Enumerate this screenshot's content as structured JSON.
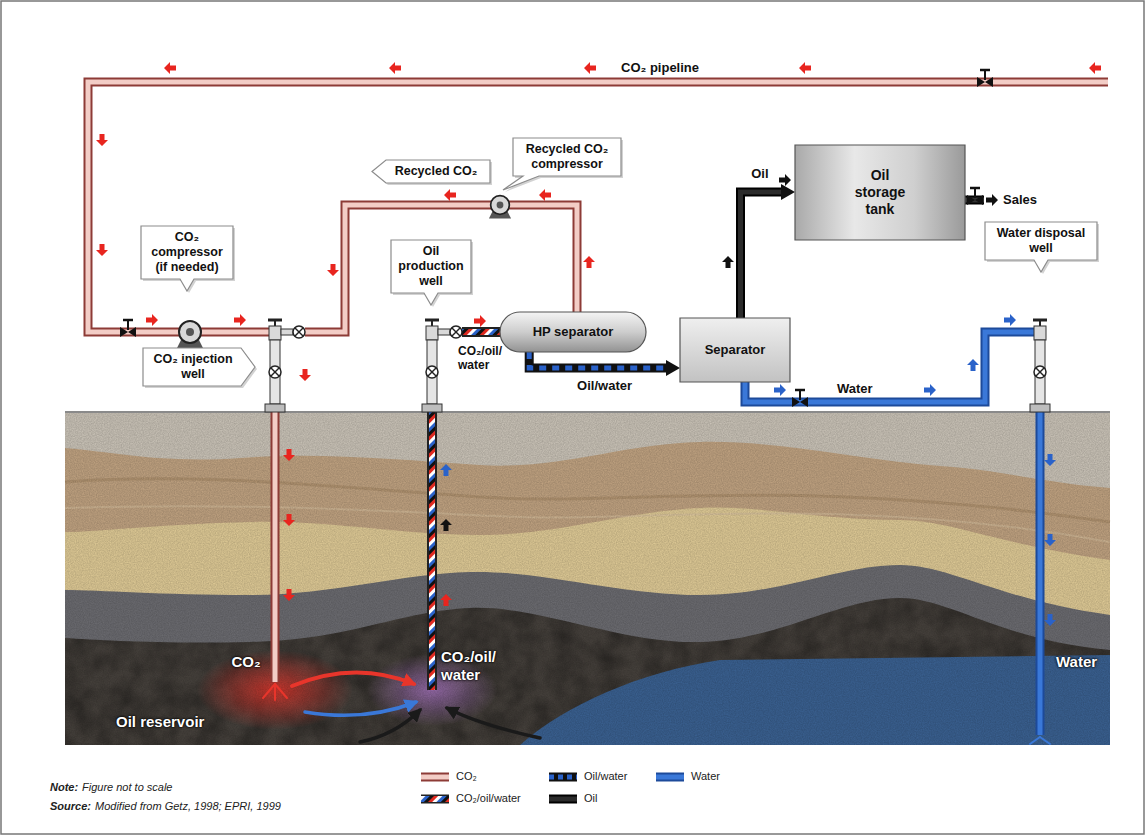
{
  "diagram": {
    "nodes": [
      {
        "text": [
          "Recycled CO₂"
        ]
      },
      {
        "text": [
          "Recycled CO₂ compressor"
        ]
      },
      {
        "text": [
          "Oil storage tank"
        ]
      },
      {
        "text": [
          "CO₂ compressor (if needed)"
        ]
      },
      {
        "text": [
          "Oil production well"
        ]
      },
      {
        "text": [
          "Water disposal well"
        ]
      },
      {
        "text": [
          "HP separator"
        ]
      },
      {
        "text": [
          "Separator"
        ]
      },
      {
        "text": [
          "CO₂ injection well"
        ]
      }
    ],
    "edges": [
      {
        "from": 6,
        "to": 7,
        "label": "Oil/water",
        "arrow": "to"
      },
      {
        "from": 7,
        "to": 2,
        "label": "Oil",
        "arrow": "to"
      }
    ],
    "labels": [
      "CO₂ pipeline",
      "Sales",
      "CO₂/oil/ water",
      "Water",
      "CO₂",
      "CO₂/oil/ water",
      "Oil reservoir",
      "Water",
      "Note:",
      "Figure not to scale",
      "Source:",
      "Modified from Getz, 1998; EPRI, 1999"
    ],
    "legend": [
      {
        "text": "CO₂"
      },
      {
        "text": "Oil/water"
      },
      {
        "text": "Water"
      },
      {
        "text": "CO₂/oil/water"
      },
      {
        "text": "Oil"
      }
    ]
  }
}
